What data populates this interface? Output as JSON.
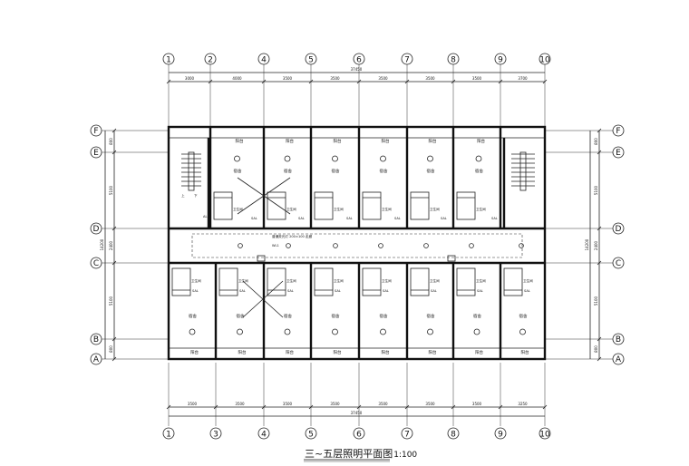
{
  "grid_columns": [
    "1",
    "2",
    "4",
    "5",
    "6",
    "7",
    "8",
    "9",
    "10"
  ],
  "grid_columns_bottom": [
    "1",
    "3",
    "4",
    "5",
    "6",
    "7",
    "8",
    "9",
    "10"
  ],
  "grid_rows": [
    "F",
    "E",
    "D",
    "C",
    "B",
    "A"
  ],
  "dims_top_total": "37450",
  "dims_top": [
    "3000",
    "4000",
    "3500",
    "3500",
    "3500",
    "3500",
    "3500",
    "3700"
  ],
  "dims_bottom_total": "37450",
  "dims_bottom": [
    "3500",
    "3500",
    "3500",
    "3500",
    "3500",
    "3500",
    "3500",
    "3250"
  ],
  "dims_left": [
    "800",
    "5100",
    "2400",
    "5100",
    "800"
  ],
  "dims_left_total": "14200",
  "dims_right": [
    "800",
    "5100",
    "2400",
    "5100",
    "800"
  ],
  "dims_right_total": "14200",
  "rooms": {
    "dorm": "宿舍",
    "balcony": "阳台",
    "toilet": "卫生间",
    "stair_up": "上",
    "stair_down": "下"
  },
  "labels": {
    "corridor_note": "普通荧光灯 200×100 走廊",
    "sal": "SAL",
    "wl": "WL1",
    "al": "AL"
  },
  "title": {
    "main": "三~五层照明平面图",
    "scale": "1:100"
  }
}
